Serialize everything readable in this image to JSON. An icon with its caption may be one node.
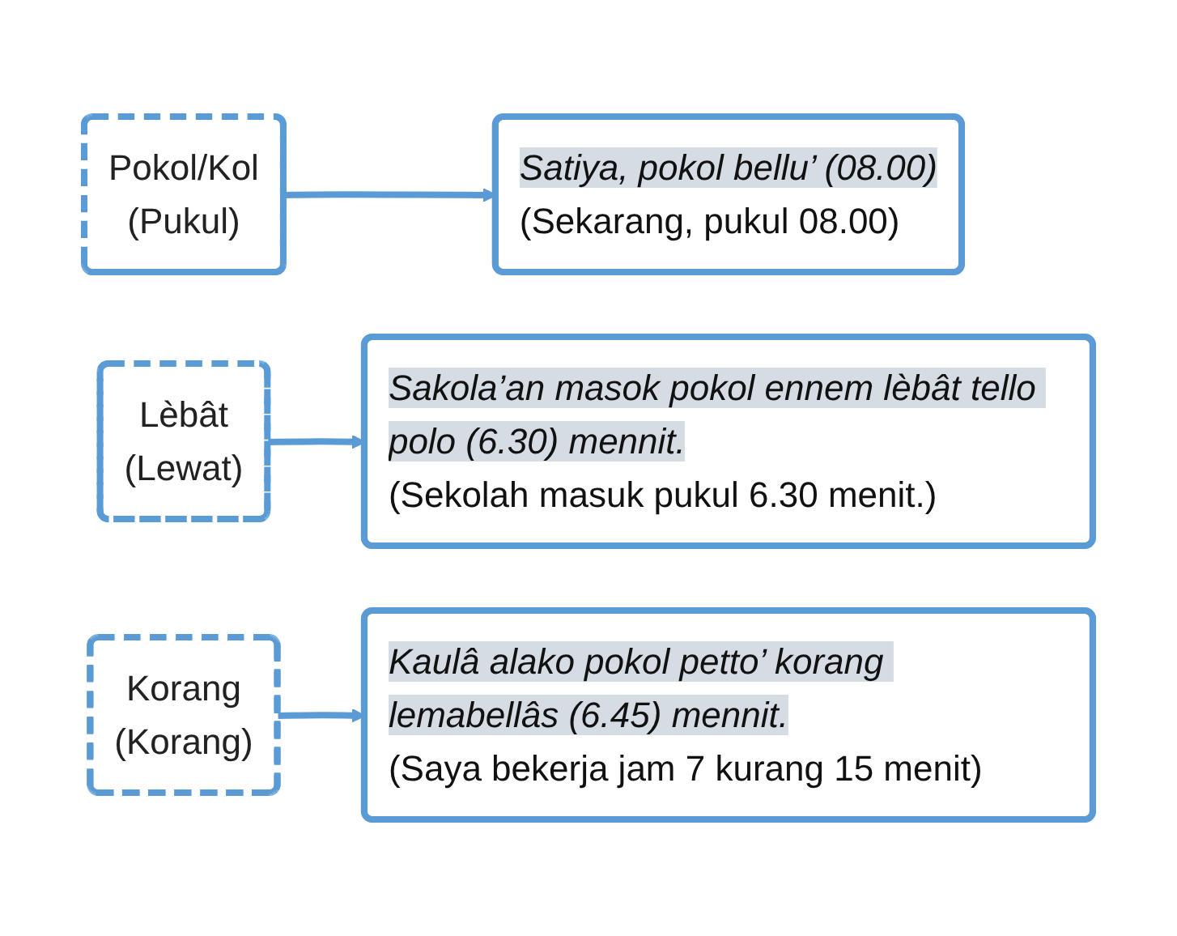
{
  "diagram": {
    "nodes": [
      {
        "text": [
          "Pokol/Kol",
          "(Pukul)"
        ]
      },
      {
        "text": [
          "Satiya, pokol bellu’ (08.00)",
          "(Sekarang, pukul 08.00)"
        ]
      },
      {
        "text": [
          "Lèbât",
          "(Lewat)"
        ]
      },
      {
        "text": [
          "Sakola’an masok pokol ennem lèbât tello polo (6.30) mennit.",
          "(Sekolah masuk pukul 6.30 menit.)"
        ]
      },
      {
        "text": [
          "Korang",
          "(Korang)"
        ]
      },
      {
        "text": [
          "Kaulâ alako pokol petto’ korang lemabellâs (6.45) mennit.",
          "(Saya bekerja jam 7 kurang 15 menit)"
        ]
      }
    ],
    "edges": [
      {
        "from": 0,
        "to": 1,
        "arrow": "to"
      },
      {
        "from": 2,
        "to": 3,
        "arrow": "to"
      },
      {
        "from": 4,
        "to": 5,
        "arrow": "to"
      }
    ]
  }
}
